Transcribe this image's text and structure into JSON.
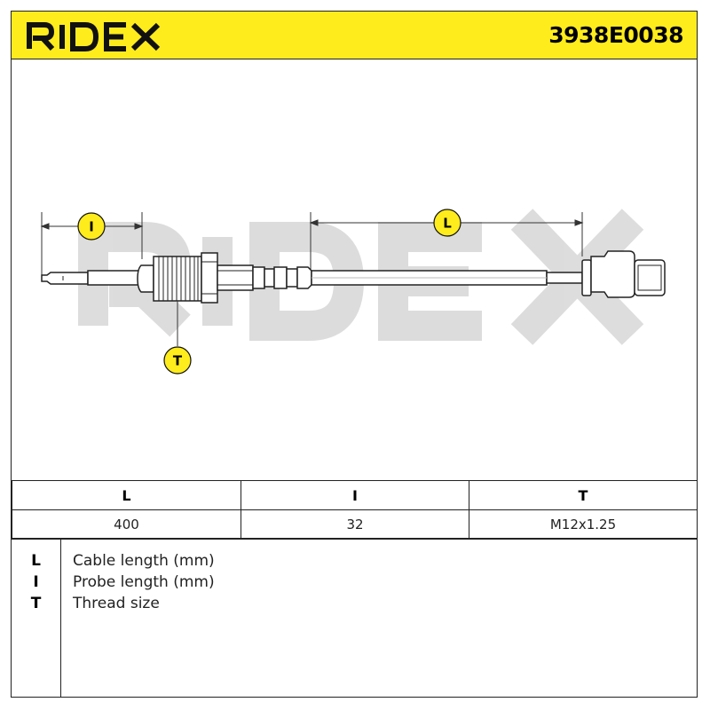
{
  "header": {
    "brand": "RIDEX",
    "part_number": "3938E0038",
    "background_color": "#ffec1c"
  },
  "drawing": {
    "watermark": "RIDEX",
    "dimension_labels": {
      "probe": "I",
      "cable": "L",
      "thread": "T"
    }
  },
  "spec_table": {
    "headers": [
      "L",
      "I",
      "T"
    ],
    "values": [
      "400",
      "32",
      "M12x1.25"
    ]
  },
  "legend": [
    {
      "key": "L",
      "description": "Cable length (mm)"
    },
    {
      "key": "I",
      "description": "Probe length (mm)"
    },
    {
      "key": "T",
      "description": "Thread size"
    }
  ]
}
